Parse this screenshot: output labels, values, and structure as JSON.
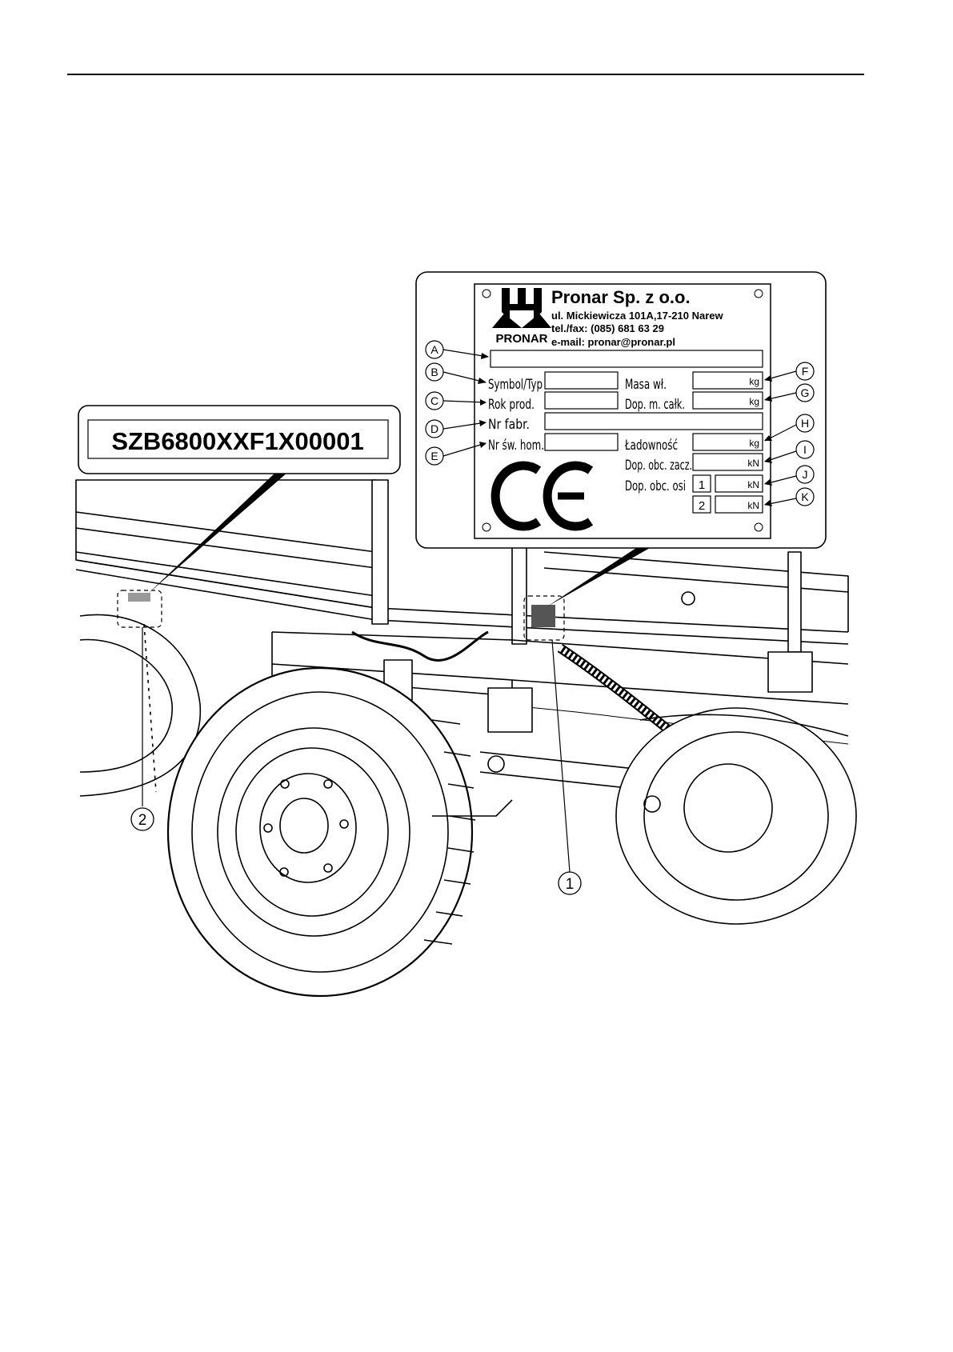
{
  "vin_plate": {
    "text": "SZB6800XXF1X00001"
  },
  "nameplate": {
    "company": "Pronar Sp. z o.o.",
    "address": "ul. Mickiewicza 101A,17-210 Narew",
    "phone": "tel./fax: (085) 681 63 29",
    "email": "e-mail: pronar@pronar.pl",
    "logo_text": "PRONAR",
    "ce_mark": "CE",
    "fields_left": {
      "symbol": "Symbol/Typ",
      "year": "Rok prod.",
      "serial": "Nr fabr.",
      "homologation": "Nr św. hom."
    },
    "fields_right": {
      "mass": "Masa wł.",
      "total_mass": "Dop. m. całk.",
      "load": "Ładowność",
      "hitch_load": "Dop. obc. zacz.",
      "axle_load": "Dop. obc. osi"
    },
    "axle_numbers": [
      "1",
      "2"
    ],
    "units": {
      "kg": "kg",
      "kn": "kN"
    }
  },
  "callout_letters": [
    "A",
    "B",
    "C",
    "D",
    "E",
    "F",
    "G",
    "H",
    "I",
    "J",
    "K"
  ],
  "position_numbers": [
    "1",
    "2"
  ]
}
